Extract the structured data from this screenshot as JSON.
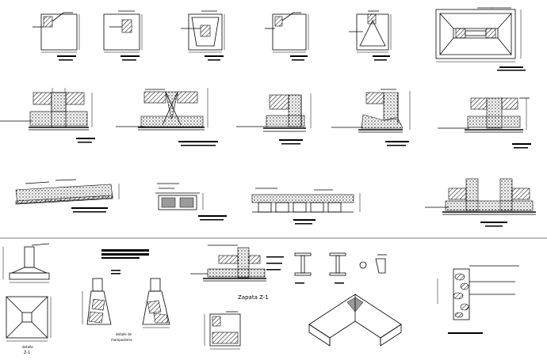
{
  "labels": {
    "zapata_z1_lower": "Z-1",
    "zapata_z1_mid": "Zapata Z-1",
    "detalle": "detalle de",
    "mamposteria": "mamposteria"
  },
  "colors": {
    "line": "#000000",
    "background": "#ffffff",
    "fill_gray": "#9a9a9a"
  }
}
